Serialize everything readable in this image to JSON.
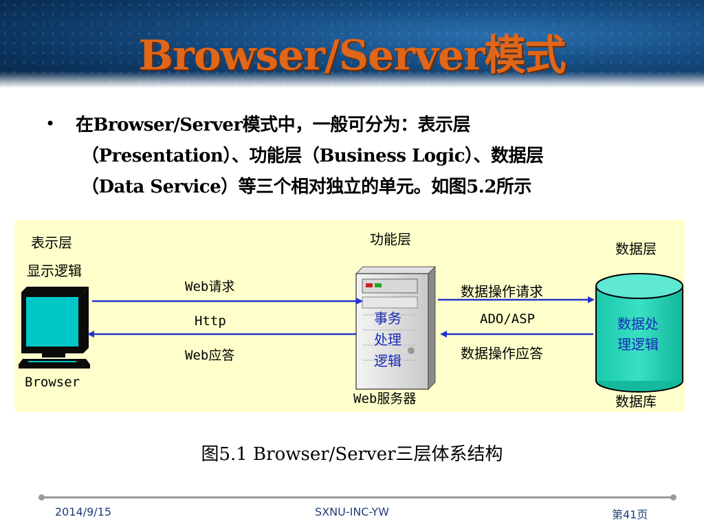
{
  "slide": {
    "title": "Browser/Server模式",
    "bullet": {
      "line1": "在Browser/Server模式中，一般可分为：表示层",
      "line2": "（Presentation）、功能层（Business Logic）、数据层",
      "line3": "（Data Service）等三个相对独立的单元。如图5.2所示"
    },
    "diagram": {
      "presentation_layer": "表示层",
      "display_logic": "显示逻辑",
      "browser": "Browser",
      "function_layer": "功能层",
      "web_request": "Web请求",
      "http": "Http",
      "web_response": "Web应答",
      "server_text": [
        "事务",
        "处理",
        "逻辑"
      ],
      "web_server": "Web服务器",
      "data_op_request": "数据操作请求",
      "ado_asp": "ADO/ASP",
      "data_op_response": "数据操作应答",
      "data_layer": "数据层",
      "db_text": [
        "数据处",
        "理逻辑"
      ],
      "database": "数据库",
      "colors": {
        "background": "#ffffcc",
        "arrow": "#2233cc",
        "monitor": "#00c8c8",
        "text_blue": "#1a2bb5"
      }
    },
    "caption": "图5.1  Browser/Server三层体系结构",
    "footer": {
      "date": "2014/9/15",
      "org": "SXNU-INC-YW",
      "page": "第41页"
    },
    "colors": {
      "title": "#e0661a",
      "footer_text": "#1f3d7a"
    }
  }
}
